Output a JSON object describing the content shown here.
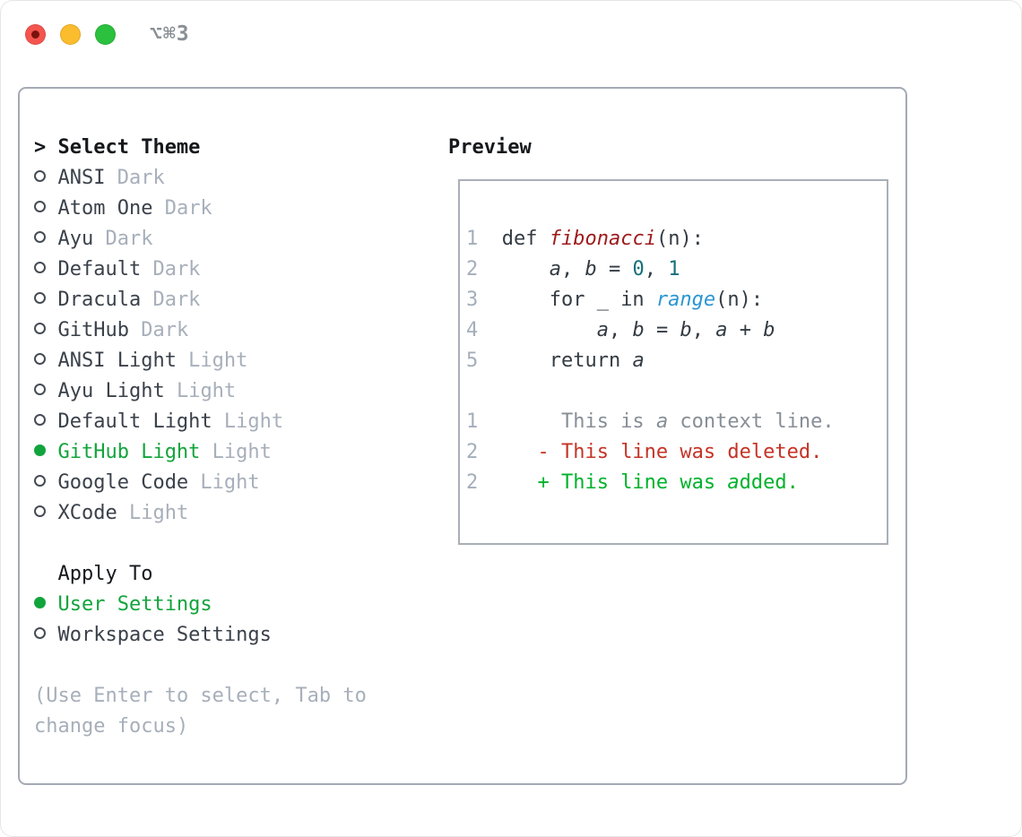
{
  "window": {
    "title": "⌥⌘3"
  },
  "traffic_lights": [
    {
      "id": "close",
      "has_dot": true
    },
    {
      "id": "minimize",
      "has_dot": false
    },
    {
      "id": "zoom",
      "has_dot": false
    }
  ],
  "theme_picker": {
    "header_prefix": ">",
    "header": "Select Theme",
    "items": [
      {
        "name": "ANSI",
        "variant": "Dark",
        "selected": false
      },
      {
        "name": "Atom One",
        "variant": "Dark",
        "selected": false
      },
      {
        "name": "Ayu",
        "variant": "Dark",
        "selected": false
      },
      {
        "name": "Default",
        "variant": "Dark",
        "selected": false
      },
      {
        "name": "Dracula",
        "variant": "Dark",
        "selected": false
      },
      {
        "name": "GitHub",
        "variant": "Dark",
        "selected": false
      },
      {
        "name": "ANSI Light",
        "variant": "Light",
        "selected": false
      },
      {
        "name": "Ayu Light",
        "variant": "Light",
        "selected": false
      },
      {
        "name": "Default Light",
        "variant": "Light",
        "selected": false
      },
      {
        "name": "GitHub Light",
        "variant": "Light",
        "selected": true
      },
      {
        "name": "Google Code",
        "variant": "Light",
        "selected": false
      },
      {
        "name": "XCode",
        "variant": "Light",
        "selected": false
      }
    ],
    "apply_to": {
      "label": "Apply To",
      "options": [
        {
          "label": "User Settings",
          "selected": true
        },
        {
          "label": "Workspace Settings",
          "selected": false
        }
      ]
    },
    "hint_lines": [
      "(Use Enter to select, Tab to",
      "change focus)"
    ]
  },
  "preview": {
    "label": "Preview",
    "lines": [
      {
        "num": "1",
        "segs": [
          {
            "t": "  def ",
            "c": "code"
          },
          {
            "t": "fibonacci",
            "c": "fn",
            "i": true
          },
          {
            "t": "(n):",
            "c": "code"
          }
        ]
      },
      {
        "num": "2",
        "segs": [
          {
            "t": "      ",
            "c": "code"
          },
          {
            "t": "a",
            "c": "code",
            "i": true
          },
          {
            "t": ", ",
            "c": "code"
          },
          {
            "t": "b",
            "c": "code",
            "i": true
          },
          {
            "t": " = ",
            "c": "code"
          },
          {
            "t": "0",
            "c": "num"
          },
          {
            "t": ", ",
            "c": "code"
          },
          {
            "t": "1",
            "c": "num"
          }
        ]
      },
      {
        "num": "3",
        "segs": [
          {
            "t": "      for _ in ",
            "c": "code"
          },
          {
            "t": "range",
            "c": "builtin",
            "i": true
          },
          {
            "t": "(n):",
            "c": "code"
          }
        ]
      },
      {
        "num": "4",
        "segs": [
          {
            "t": "          ",
            "c": "code"
          },
          {
            "t": "a",
            "c": "code",
            "i": true
          },
          {
            "t": ", ",
            "c": "code"
          },
          {
            "t": "b",
            "c": "code",
            "i": true
          },
          {
            "t": " = ",
            "c": "code"
          },
          {
            "t": "b",
            "c": "code",
            "i": true
          },
          {
            "t": ", ",
            "c": "code"
          },
          {
            "t": "a",
            "c": "code",
            "i": true
          },
          {
            "t": " + ",
            "c": "code"
          },
          {
            "t": "b",
            "c": "code",
            "i": true
          }
        ]
      },
      {
        "num": "5",
        "segs": [
          {
            "t": "      return ",
            "c": "code"
          },
          {
            "t": "a",
            "c": "code",
            "i": true
          }
        ]
      },
      {
        "num": "",
        "segs": []
      },
      {
        "num": "1",
        "segs": [
          {
            "t": "       This is ",
            "c": "ctx"
          },
          {
            "t": "a",
            "c": "ctx",
            "i": true
          },
          {
            "t": " context line.",
            "c": "ctx"
          }
        ]
      },
      {
        "num": "2",
        "segs": [
          {
            "t": "     - This line was deleted.",
            "c": "del"
          }
        ]
      },
      {
        "num": "2",
        "segs": [
          {
            "t": "     + This line was ",
            "c": "add"
          },
          {
            "t": "a",
            "c": "add",
            "i": true
          },
          {
            "t": "dded.",
            "c": "add"
          }
        ]
      }
    ]
  },
  "colors": {
    "accent-green": "#12a43c",
    "added-green": "#00b22b",
    "deleted-red": "#c53326",
    "function-red": "#9e1a1c",
    "number-teal": "#13707a",
    "builtin-blue": "#2b96d2",
    "code-fg": "#333b43",
    "context-gray": "#868e96",
    "lineno-gray": "#a4aebb",
    "muted-gray": "#a7afba",
    "text-dark": "#3a414a",
    "header-black": "#15181c",
    "panel-border": "#a4aab3",
    "box-border": "#a9afb7",
    "title-gray": "#8a8f96",
    "light-red": "#f4554e",
    "light-red-dot": "#7c120c",
    "light-yellow": "#fbbc2e",
    "light-green": "#2bc03e"
  }
}
